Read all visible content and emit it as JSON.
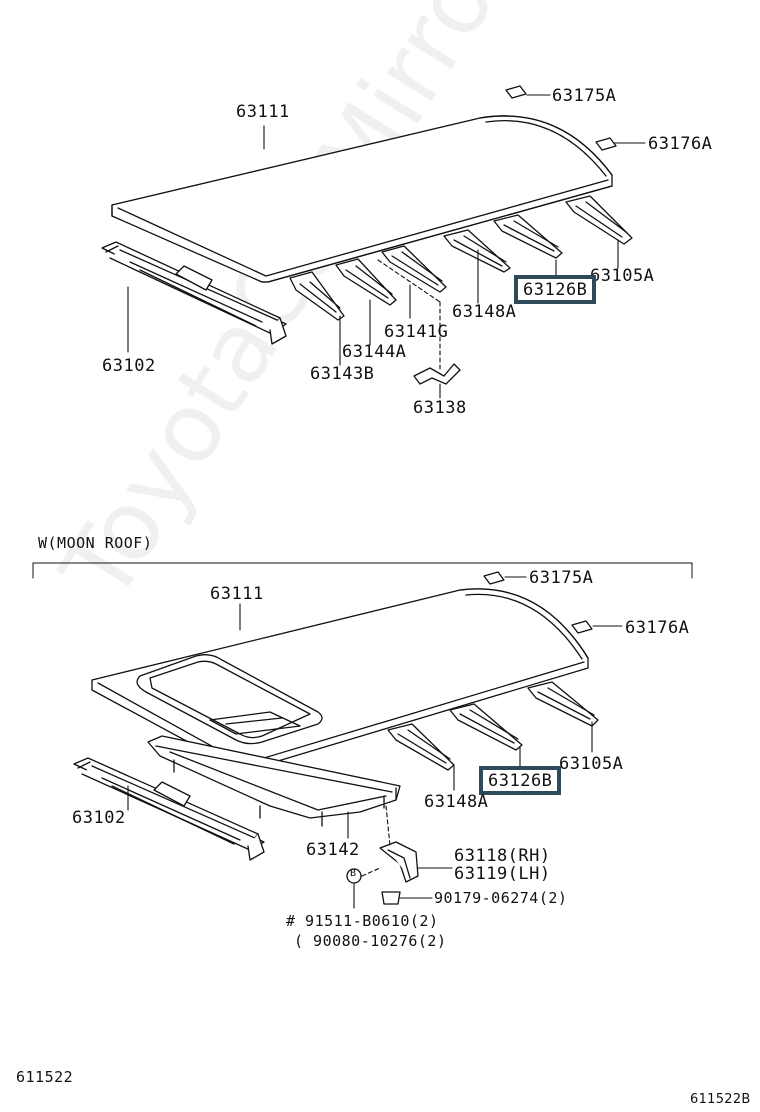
{
  "watermark": "ToyotaCarMirror.ru",
  "upper": {
    "labels": {
      "p63111": "63111",
      "p63175A": "63175A",
      "p63176A": "63176A",
      "p63105A": "63105A",
      "p63126B": "63126B",
      "p63148A": "63148A",
      "p63141G": "63141G",
      "p63144A": "63144A",
      "p63143B": "63143B",
      "p63138": "63138",
      "p63102": "63102"
    }
  },
  "lower": {
    "section_title": "W(MOON ROOF)",
    "labels": {
      "p63111": "63111",
      "p63175A": "63175A",
      "p63176A": "63176A",
      "p63105A": "63105A",
      "p63126B": "63126B",
      "p63148A": "63148A",
      "p63102": "63102",
      "p63142": "63142",
      "p63118": "63118(RH)",
      "p63119": "63119(LH)",
      "p90179": "90179-06274(2)",
      "p91511": "# 91511-B0610(2)",
      "p90080": "( 90080-10276(2)",
      "b_marker": "B"
    }
  },
  "footer": {
    "left_code": "611522",
    "right_code": "611522B"
  }
}
